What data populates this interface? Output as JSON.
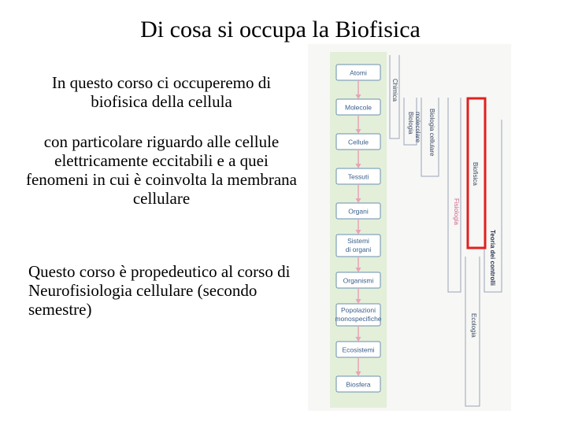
{
  "title": "Di cosa si occupa la Biofisica",
  "paragraphs": {
    "p1": "In questo corso ci occuperemo di biofisica della cellula",
    "p2": "con particolare riguardo alle cellule elettricamente eccitabili e a quei fenomeni in cui è coinvolta la membrana cellulare",
    "p3": "Questo corso è propedeutico al corso di Neurofisiologia cellulare (secondo semestre)"
  },
  "figure": {
    "levels": [
      {
        "label": "Atomi"
      },
      {
        "label": "Molecole"
      },
      {
        "label": "Cellule"
      },
      {
        "label": "Tessuti"
      },
      {
        "label": "Organi"
      },
      {
        "label": "Sistemi",
        "label2": "di organi"
      },
      {
        "label": "Organismi"
      },
      {
        "label": "Popolazioni",
        "label2": "monospecifiche"
      },
      {
        "label": "Ecosistemi"
      },
      {
        "label": "Biosfera"
      }
    ],
    "disciplines": {
      "chimica": "Chimica",
      "biologia_molecolare_1": "Biologia",
      "biologia_molecolare_2": "molecolare",
      "biologia_cellulare": "Biologia cellulare",
      "biofisica": "Biofisica",
      "fisiologia": "Fisiologia",
      "teoria_controlli": "Teoria dei controlli",
      "ecologia": "Ecologia"
    },
    "colors": {
      "green_column": "#e3efd9",
      "arrow_pink": "#e7a3b8",
      "highlight_red": "#e02020",
      "bracket": "#9aa6b8"
    }
  }
}
